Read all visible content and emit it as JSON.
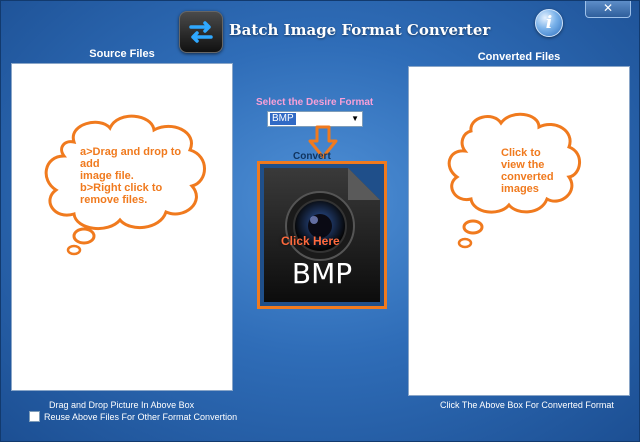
{
  "window": {
    "title": "Batch Image Format Converter",
    "close_glyph": "✕"
  },
  "header": {
    "logo_icon": "swap-arrows-icon",
    "info_glyph": "i"
  },
  "source": {
    "title": "Source Files",
    "cloud_lines": [
      "a>Drag and drop to",
      "add",
      "image file.",
      "b>Right click to",
      "remove files."
    ],
    "hint": "Drag and Drop Picture In Above Box",
    "reuse_label": "Reuse Above Files For Other Format Convertion"
  },
  "format": {
    "label": "Select the Desire Format",
    "selected": "BMP",
    "convert_label": "Convert",
    "preview_text": "BMP",
    "click_here": "Click Here"
  },
  "converted": {
    "title": "Converted Files",
    "cloud_lines": [
      "Click to",
      "view the",
      "converted",
      "images"
    ],
    "hint": "Click The Above Box For Converted Format"
  },
  "colors": {
    "accent": "#f07a1e",
    "background": "#2f6db8"
  }
}
